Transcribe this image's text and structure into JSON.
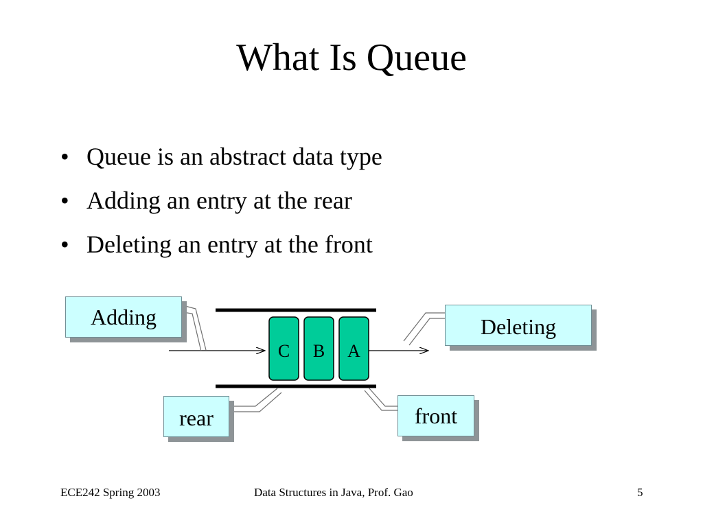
{
  "slide": {
    "title": "What Is Queue",
    "bullets": [
      {
        "marker": "•",
        "text": "Queue is an abstract data type"
      },
      {
        "marker": "•",
        "text": "Adding an entry at the rear"
      },
      {
        "marker": "•",
        "text": "Deleting an entry at the front"
      }
    ]
  },
  "diagram": {
    "labels": {
      "adding": "Adding",
      "deleting": "Deleting",
      "rear": "rear",
      "front": "front"
    },
    "queue_cells": [
      "C",
      "B",
      "A"
    ],
    "colors": {
      "cell_fill": "#00cc99",
      "label_fill": "#ccffff",
      "label_shadow": "#8e9497"
    }
  },
  "footer": {
    "left": "ECE242 Spring 2003",
    "center": "Data Structures in Java, Prof. Gao",
    "page_number": "5"
  }
}
